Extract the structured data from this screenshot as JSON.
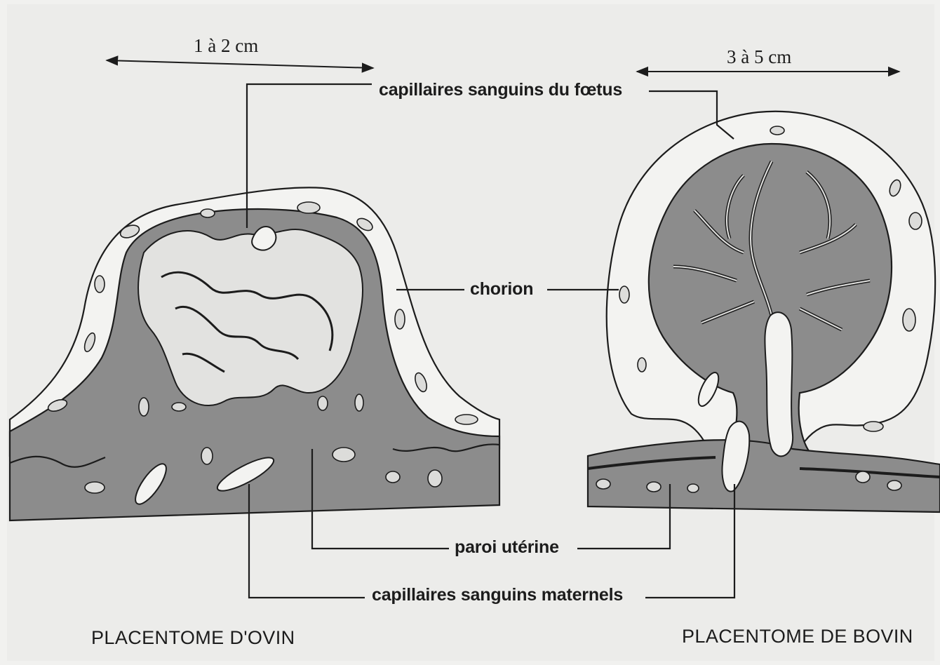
{
  "diagram": {
    "scales": {
      "ovin": "1 à 2 cm",
      "bovin": "3 à 5 cm"
    },
    "labels": {
      "capillaires_foetus": "capillaires sanguins du fœtus",
      "chorion": "chorion",
      "paroi_uterine": "paroi utérine",
      "capillaires_maternels": "capillaires sanguins maternels"
    },
    "captions": {
      "ovin": "PLACENTOME D'OVIN",
      "bovin": "PLACENTOME DE BOVIN"
    }
  },
  "colors": {
    "background": "#f1f1ef",
    "page": "#ececea",
    "maternal_tissue": "#8c8c8c",
    "fetal_tissue": "#dddddb",
    "ink": "#1c1c1c"
  }
}
